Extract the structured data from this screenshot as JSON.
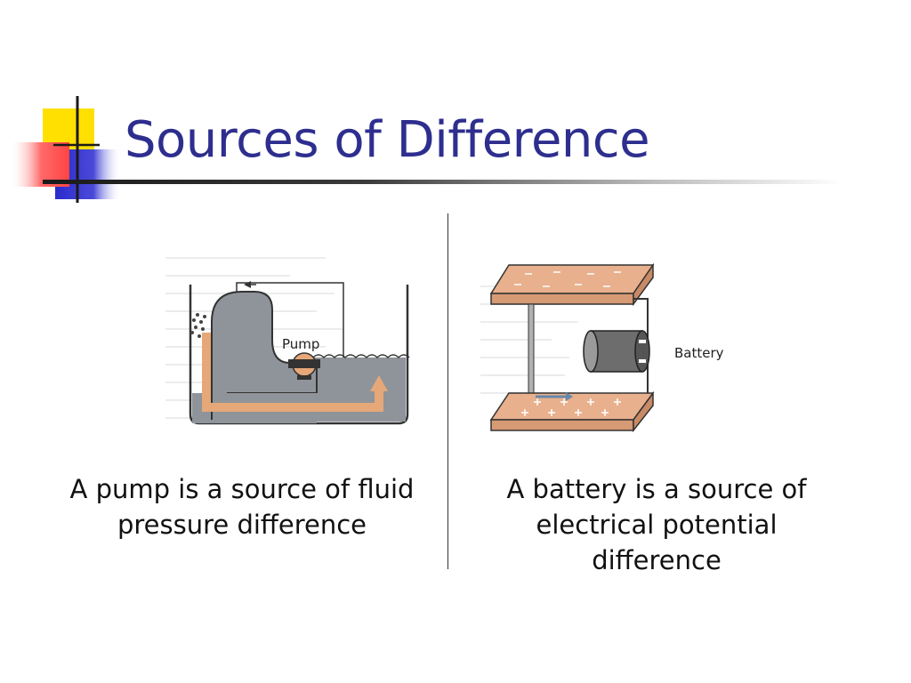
{
  "slide": {
    "title": "Sources of Difference",
    "colors": {
      "title": "#2e2e8f",
      "logo_yellow": "#ffe000",
      "logo_blue": "#3333cc",
      "logo_red": "#ff5050",
      "fluid_gray": "#8f949a",
      "flow_arrow": "#e6a878",
      "plate": "#e8b08c"
    },
    "left": {
      "figure_label": "Pump",
      "caption": "A pump is a source of fluid pressure difference"
    },
    "right": {
      "figure_label": "Battery",
      "caption": "A battery is a source of electrical potential difference"
    }
  }
}
